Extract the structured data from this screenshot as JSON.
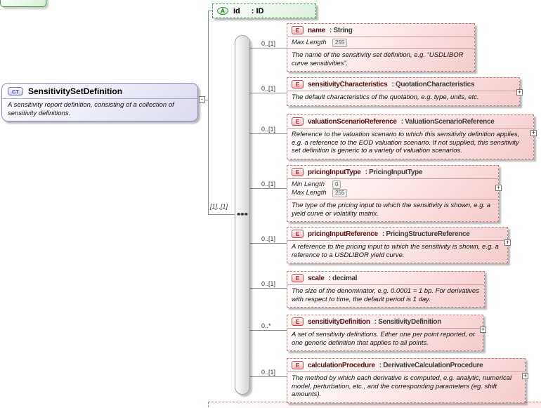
{
  "icons": {
    "plus": "+",
    "minus": "-"
  },
  "colors": {
    "element_border": "#c87878",
    "element_fill": "#f5cccc",
    "attribute_border": "#46a046",
    "complex_type_border": "#9090c8",
    "connector": "#8a8a8a"
  },
  "complex_type": {
    "icon": "CT",
    "name": "SensitivitySetDefinition",
    "annotation": "A sensitivity report definition, consisting of a collection of sensitivity definitions."
  },
  "attribute": {
    "icon": "A",
    "name": "id",
    "type": ": ID"
  },
  "sequence": {
    "occurrence": "[1]..[1]"
  },
  "elements": [
    {
      "icon": "E",
      "name": "name",
      "type": ": String",
      "occurrence": "0..[1]",
      "facets": [
        {
          "label": "Max Length",
          "value": "255"
        }
      ],
      "annotation": "The name of the sensitivity set definition, e.g. “USDLIBOR curve sensitivities”."
    },
    {
      "icon": "E",
      "name": "sensitivityCharacteristics",
      "type": ": QuotationCharacteristics",
      "occurrence": "0..[1]",
      "annotation": "The default characteristics of the quotation, e.g. type, units, etc."
    },
    {
      "icon": "E",
      "name": "valuationScenarioReference",
      "type": ": ValuationScenarioReference",
      "occurrence": "0..[1]",
      "annotation": "Reference to the valuation scenario to which this sensitivity definition applies, e.g. a reference to the EOD valuation scenario. If not supplied, this sensitivity set definition is generic to a variety of valuation scenarios."
    },
    {
      "icon": "E",
      "name": "pricingInputType",
      "type": ": PricingInputType",
      "occurrence": "0..[1]",
      "facets": [
        {
          "label": "Min Length",
          "value": "0"
        },
        {
          "label": "Max Length",
          "value": "255"
        }
      ],
      "annotation": "The type of the pricing input to which the sensitivity is shown, e.g. a yield curve or volatility matrix."
    },
    {
      "icon": "E",
      "name": "pricingInputReference",
      "type": ": PricingStructureReference",
      "occurrence": "0..[1]",
      "annotation": "A reference to the pricing input to which the sensitivity is shown, e.g. a reference to a USDLIBOR yield curve."
    },
    {
      "icon": "E",
      "name": "scale",
      "type": ": decimal",
      "occurrence": "0..[1]",
      "annotation": "The size of the denominator, e.g. 0.0001 = 1 bp. For derivatives with respect to time, the default period is 1 day."
    },
    {
      "icon": "E",
      "name": "sensitivityDefinition",
      "type": ": SensitivityDefinition",
      "occurrence": "0..*",
      "annotation": "A set of sensitivity definitions. Either one per point reported, or one generic definition that applies to all points."
    },
    {
      "icon": "E",
      "name": "calculationProcedure",
      "type": ": DerivativeCalculationProcedure",
      "occurrence": "0..[1]",
      "annotation": "The method by which each derivative is computed, e.g. analytic, numerical model, perturbation, etc., and the corresponding parameters (eg. shift amounts)."
    }
  ]
}
